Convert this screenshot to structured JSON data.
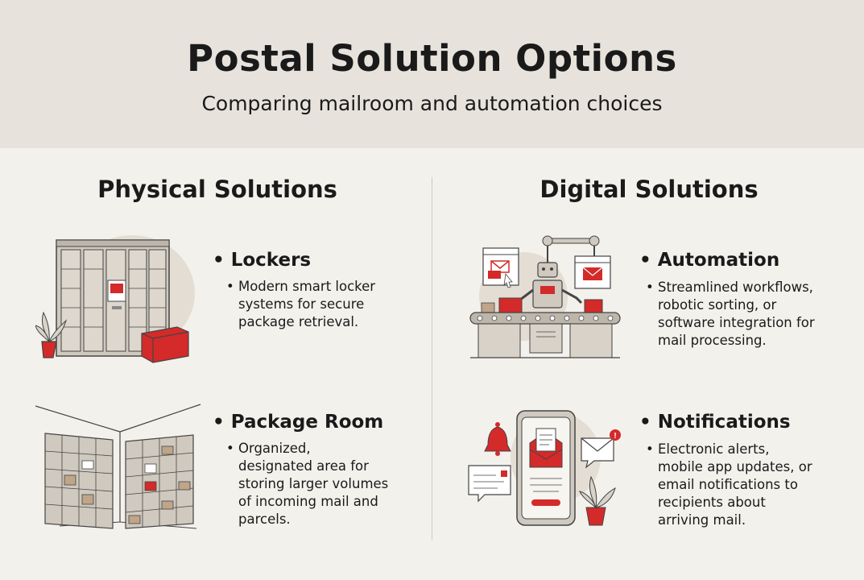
{
  "header": {
    "title": "Postal Solution Options",
    "subtitle": "Comparing mailroom and automation choices"
  },
  "physical": {
    "heading": "Physical Solutions",
    "items": [
      {
        "title": "• Lockers",
        "lines": [
          "• Modern smart locker",
          "systems for secure",
          "package retrieval."
        ],
        "icon": "smart-locker-icon"
      },
      {
        "title": "• Package Room",
        "lines": [
          "• Organized,",
          "designated area for",
          "storing larger volumes",
          "of incoming mail and",
          "parcels."
        ],
        "icon": "package-room-icon"
      }
    ]
  },
  "digital": {
    "heading": "Digital Solutions",
    "items": [
      {
        "title": "• Automation",
        "lines": [
          "• Streamlined workflows,",
          "robotic sorting, or",
          "software integration for",
          "mail processing."
        ],
        "icon": "sorting-robot-icon"
      },
      {
        "title": "• Notifications",
        "lines": [
          "• Electronic alerts,",
          "mobile app updates, or",
          "email notifications to",
          "recipients about",
          "arriving mail."
        ],
        "icon": "mobile-notification-icon"
      }
    ]
  },
  "colors": {
    "accent_red": "#d42a2a",
    "header_bg": "#e7e3dc",
    "page_bg": "#f3f1ec",
    "illustration_gray": "#cfc9bf"
  }
}
